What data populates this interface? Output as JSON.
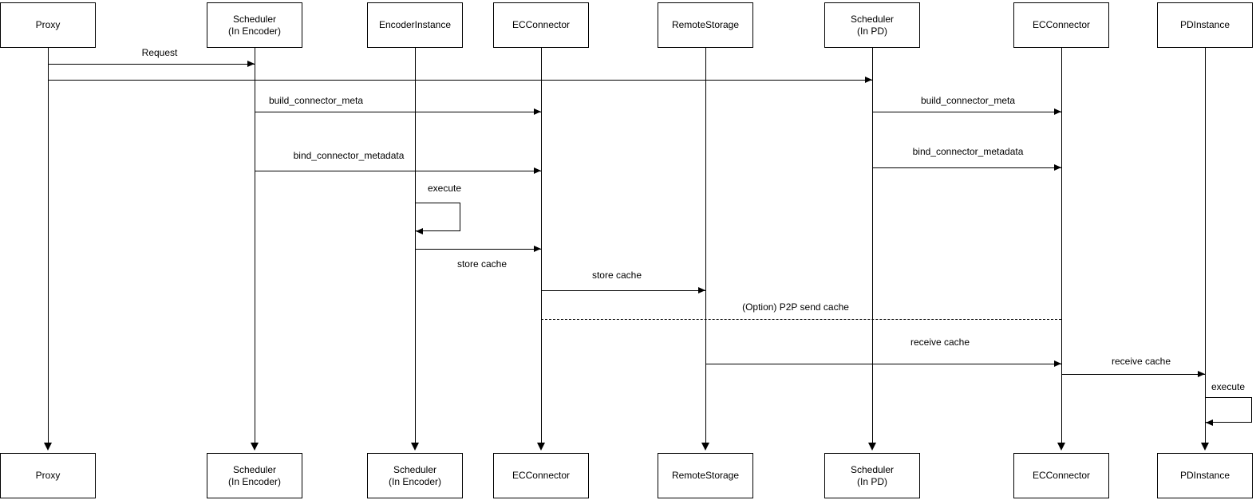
{
  "colors": {
    "background": "#ffffff",
    "line": "#000000",
    "text": "#000000"
  },
  "actors": [
    {
      "id": "proxy",
      "top": "Proxy",
      "bottom": "Proxy"
    },
    {
      "id": "scheduler-encoder",
      "top": "Scheduler\n(In Encoder)",
      "bottom": "Scheduler\n(In Encoder)"
    },
    {
      "id": "encoder-instance",
      "top": "EncoderInstance",
      "bottom": "Scheduler\n(In Encoder)"
    },
    {
      "id": "ec-connector",
      "top": "ECConnector",
      "bottom": "ECConnector"
    },
    {
      "id": "remote-storage",
      "top": "RemoteStorage",
      "bottom": "RemoteStorage"
    },
    {
      "id": "scheduler-pd",
      "top": "Scheduler\n(In PD)",
      "bottom": "Scheduler\n(In PD)"
    },
    {
      "id": "ec-connector-pd",
      "top": "ECConnector",
      "bottom": "ECConnector"
    },
    {
      "id": "pd-instance",
      "top": "PDInstance",
      "bottom": "PDInstance"
    }
  ],
  "messages": [
    {
      "id": "request",
      "label": "Request",
      "from": "proxy",
      "to": "scheduler-encoder",
      "style": "solid-arrow"
    },
    {
      "id": "request-forward",
      "label": "",
      "from": "proxy",
      "to": "scheduler-pd",
      "style": "solid-arrow"
    },
    {
      "id": "build-connector-meta-encoder",
      "label": "build_connector_meta",
      "from": "scheduler-encoder",
      "to": "ec-connector",
      "style": "solid-arrow"
    },
    {
      "id": "bind-connector-metadata-encoder",
      "label": "bind_connector_metadata",
      "from": "scheduler-encoder",
      "to": "ec-connector",
      "style": "solid-arrow"
    },
    {
      "id": "execute-encoder",
      "label": "execute",
      "from": "encoder-instance",
      "to": "encoder-instance",
      "style": "self-loop"
    },
    {
      "id": "store-cache-encoder",
      "label": "store cache",
      "from": "encoder-instance",
      "to": "ec-connector",
      "style": "solid-arrow"
    },
    {
      "id": "store-cache-remote",
      "label": "store cache",
      "from": "ec-connector",
      "to": "remote-storage",
      "style": "solid-arrow"
    },
    {
      "id": "p2p-send-cache",
      "label": "(Option) P2P send cache",
      "from": "ec-connector",
      "to": "ec-connector-pd",
      "style": "dashed"
    },
    {
      "id": "build-connector-meta-pd",
      "label": "build_connector_meta",
      "from": "scheduler-pd",
      "to": "ec-connector-pd",
      "style": "solid-arrow"
    },
    {
      "id": "bind-connector-metadata-pd",
      "label": "bind_connector_metadata",
      "from": "scheduler-pd",
      "to": "ec-connector-pd",
      "style": "solid-arrow"
    },
    {
      "id": "receive-cache-remote",
      "label": "receive cache",
      "from": "remote-storage",
      "to": "ec-connector-pd",
      "style": "solid-arrow"
    },
    {
      "id": "receive-cache-pd",
      "label": "receive cache",
      "from": "ec-connector-pd",
      "to": "pd-instance",
      "style": "solid-arrow"
    },
    {
      "id": "execute-pd",
      "label": "execute",
      "from": "pd-instance",
      "to": "pd-instance",
      "style": "self-loop"
    }
  ]
}
